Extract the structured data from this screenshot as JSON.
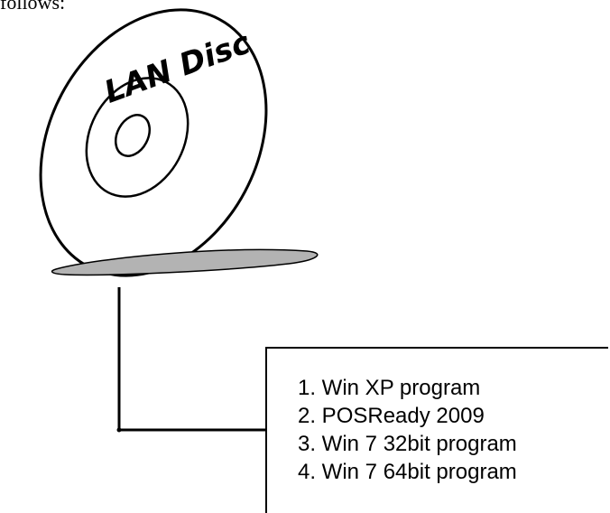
{
  "header": {
    "text": "follows:"
  },
  "disc": {
    "label": "LAN Disc"
  },
  "programs": [
    "1. Win XP program",
    "2. POSReady 2009",
    "3. Win 7 32bit program",
    "4. Win 7 64bit program"
  ]
}
